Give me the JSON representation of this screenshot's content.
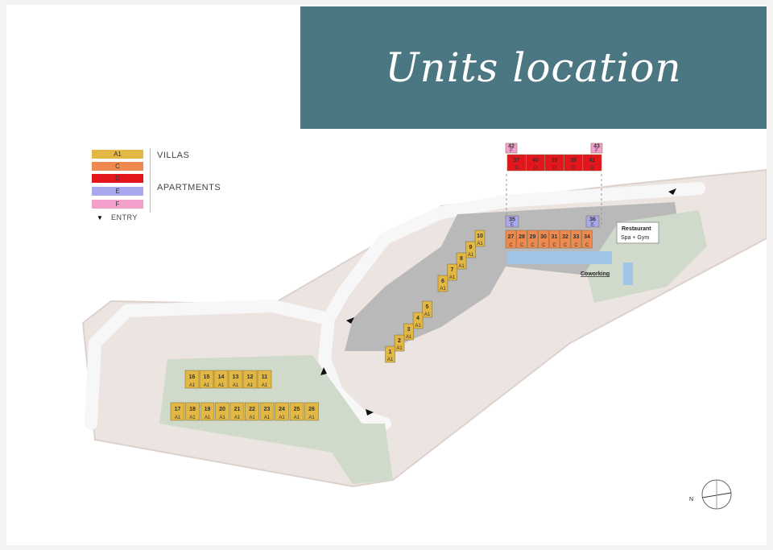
{
  "title": "Units location",
  "legend": {
    "items": [
      {
        "code": "A1",
        "color": "#e2b743"
      },
      {
        "code": "C",
        "color": "#ee8a4f"
      },
      {
        "code": "D",
        "color": "#e3161d"
      },
      {
        "code": "E",
        "color": "#a8a8ee"
      },
      {
        "code": "F",
        "color": "#f4a0cc"
      }
    ],
    "villas_label": "VILLAS",
    "apartments_label": "APARTMENTS",
    "entry_label": "ENTRY"
  },
  "labels": {
    "restaurant": "Restaurant",
    "spa_gym": "Spa + Gym",
    "coworking": "Coworking",
    "north": "N"
  },
  "apartments_top": {
    "left_unit": "42",
    "right_unit": "43",
    "corner_type": "F",
    "row": [
      "37",
      "40",
      "39",
      "38",
      "41"
    ],
    "row_type": "D",
    "row_last": "D"
  },
  "apartments_main": {
    "corner_left": "35",
    "corner_right": "36",
    "corner_type": "E",
    "units": [
      "27",
      "28",
      "29",
      "30",
      "31",
      "32",
      "33",
      "34"
    ],
    "unit_type": "C"
  },
  "villas_diagonal": {
    "units": [
      "10",
      "9",
      "8",
      "7",
      "6",
      "5",
      "4",
      "3",
      "2",
      "1"
    ],
    "unit_type": "A1"
  },
  "villas_cluster": {
    "upper": [
      "16",
      "15",
      "14",
      "13",
      "12",
      "11"
    ],
    "lower": [
      "17",
      "18",
      "19",
      "20",
      "21",
      "22",
      "23",
      "24",
      "25",
      "26"
    ],
    "unit_type": "A1"
  }
}
